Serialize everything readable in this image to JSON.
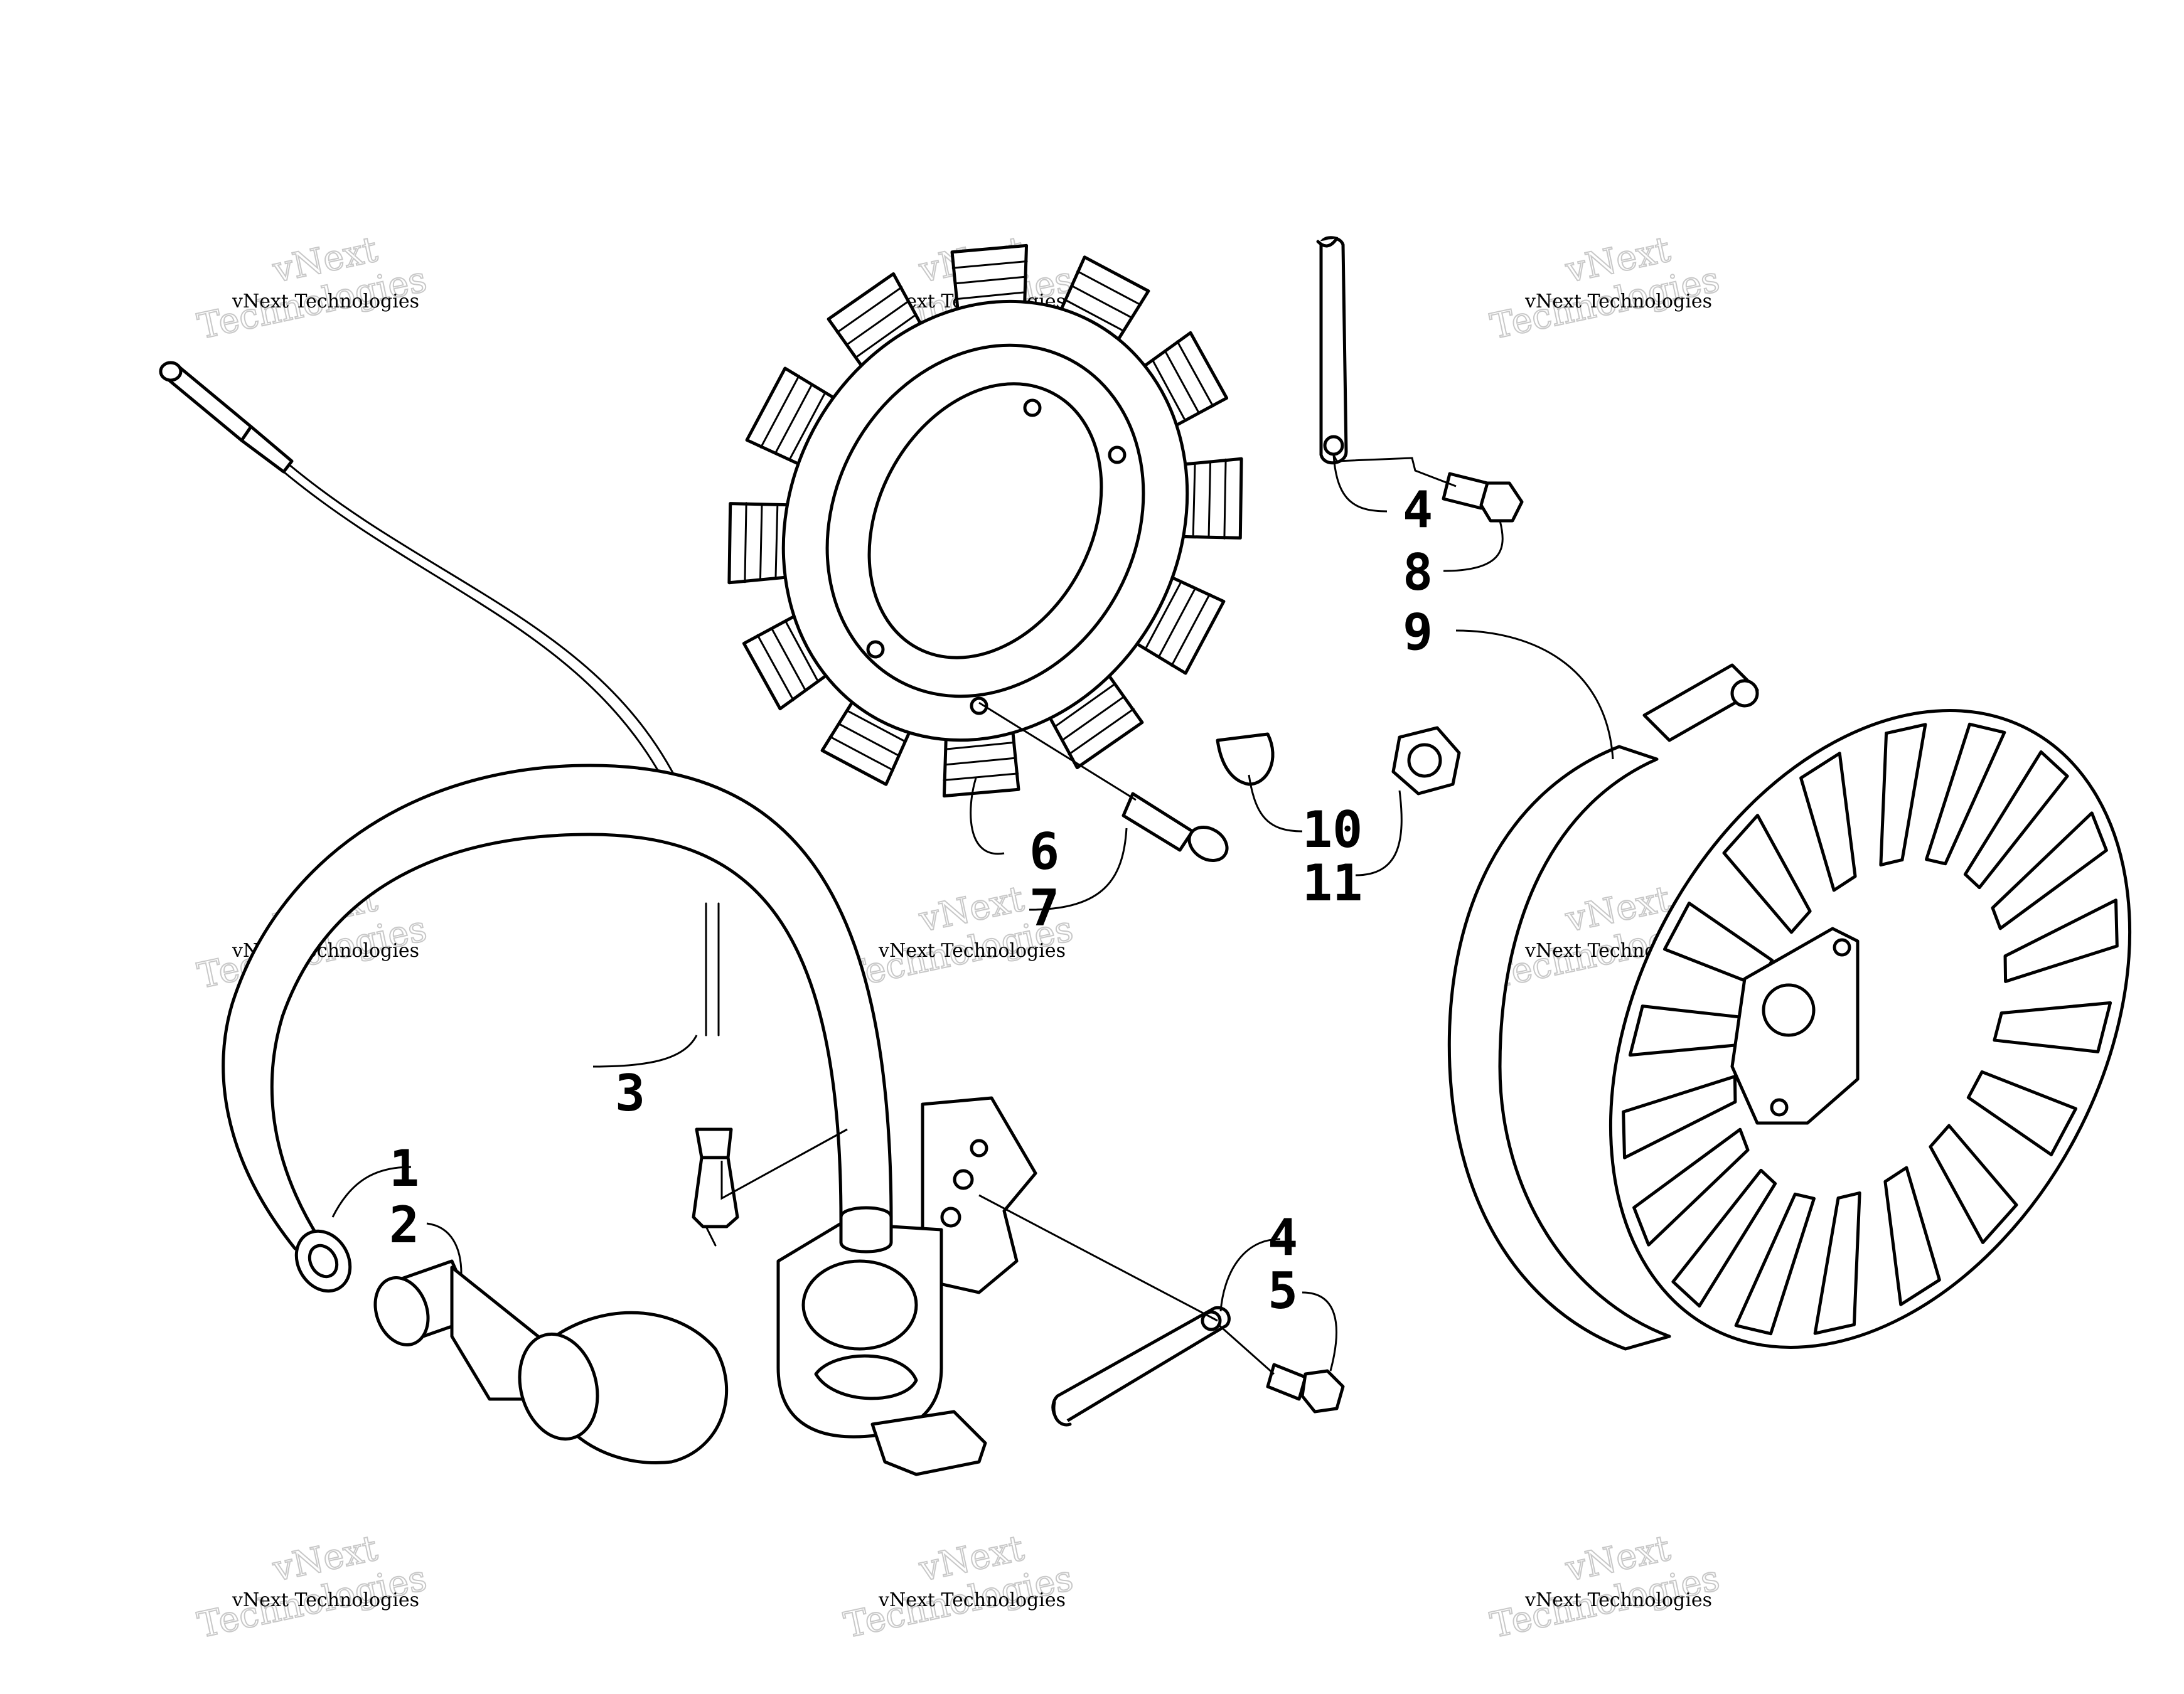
{
  "diagram": {
    "callouts": [
      "1",
      "2",
      "3",
      "4",
      "5",
      "6",
      "7",
      "4",
      "8",
      "9",
      "10",
      "11"
    ],
    "watermark": {
      "small": "vNext Technologies",
      "big_line1": "vNext",
      "big_line2": "Technologies"
    }
  }
}
